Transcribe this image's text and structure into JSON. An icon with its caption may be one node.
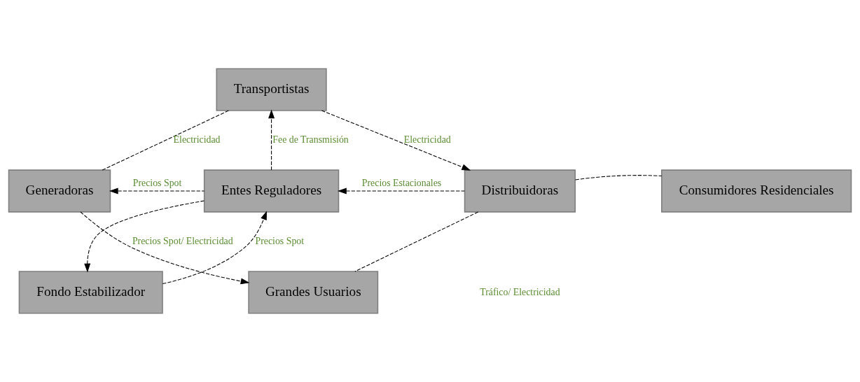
{
  "diagram": {
    "nodes": [
      {
        "text": [
          "Transportistas"
        ]
      },
      {
        "text": [
          "Generadoras"
        ]
      },
      {
        "text": [
          "Entes Reguladores"
        ]
      },
      {
        "text": [
          "Distribuidoras"
        ]
      },
      {
        "text": [
          "Consumidores Residenciales"
        ]
      },
      {
        "text": [
          "Grandes Usuarios"
        ]
      },
      {
        "text": [
          "Fondo Estabilizador"
        ]
      }
    ],
    "edges": [
      {
        "from": 1,
        "to": 0,
        "arrow": "none",
        "label": "Electricidad",
        "style": "dashed"
      },
      {
        "from": 0,
        "to": 3,
        "arrow": "to",
        "label": "Electricidad",
        "style": "dashed"
      },
      {
        "from": 2,
        "to": 0,
        "arrow": "to",
        "label": "Fee de Transmisión",
        "style": "dashed"
      },
      {
        "from": 2,
        "to": 1,
        "arrow": "to",
        "label": "Precios Spot",
        "style": "dashed"
      },
      {
        "from": 3,
        "to": 2,
        "arrow": "to",
        "label": "Precios Estacionales",
        "style": "dashed"
      },
      {
        "from": 2,
        "to": 6,
        "arrow": "to",
        "style": "dashed"
      },
      {
        "from": 6,
        "to": 2,
        "arrow": "to",
        "label": "Precios Spot",
        "style": "dashed"
      },
      {
        "from": 3,
        "to": 4,
        "arrow": "none",
        "style": "dashed"
      },
      {
        "from": 3,
        "to": 5,
        "arrow": "none",
        "style": "dashed"
      },
      {
        "from": 1,
        "to": 5,
        "arrow": "to",
        "label": "Precios Spot/ Electricidad",
        "style": "dashed"
      }
    ],
    "labels": [
      "Tráfico/ Electricidad"
    ]
  }
}
